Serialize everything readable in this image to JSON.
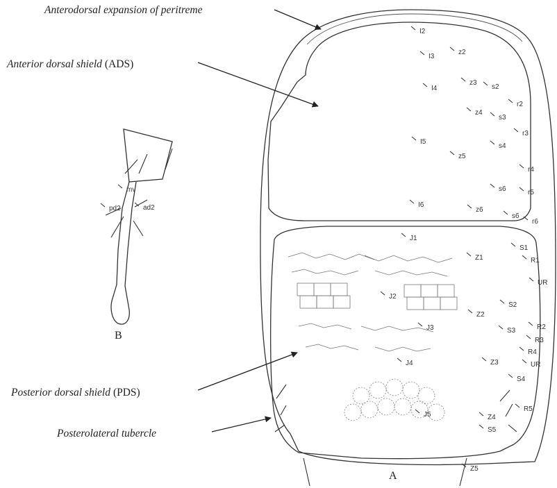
{
  "annotations": {
    "peritreme": {
      "italic": "Anterodorsal expansion of peritreme"
    },
    "ads": {
      "italic": "Anterior dorsal shield",
      "abbr": "(ADS)"
    },
    "pds": {
      "italic": "Posterior dorsal shield",
      "abbr": "(PDS)"
    },
    "tubercle": {
      "italic": "Posterolateral tubercle"
    }
  },
  "panels": {
    "a": "A",
    "b": "B"
  },
  "ads_setae": [
    "I2",
    "I3",
    "z2",
    "I4",
    "z3",
    "s2",
    "r2",
    "z4",
    "s3",
    "r3",
    "I5",
    "z5",
    "s4",
    "r4",
    "r5",
    "I6",
    "z6",
    "s6",
    "s6",
    "r6"
  ],
  "pds_setae": [
    "J1",
    "Z1",
    "S1",
    "R1",
    "UR",
    "J2",
    "S2",
    "R2",
    "Z2",
    "J3",
    "S3",
    "R3",
    "R4",
    "UR",
    "Z3",
    "J4",
    "S4",
    "R5",
    "Z4",
    "S5",
    "J5",
    "Z5"
  ],
  "leg_setae": [
    "mv",
    "pd2",
    "ad2"
  ]
}
